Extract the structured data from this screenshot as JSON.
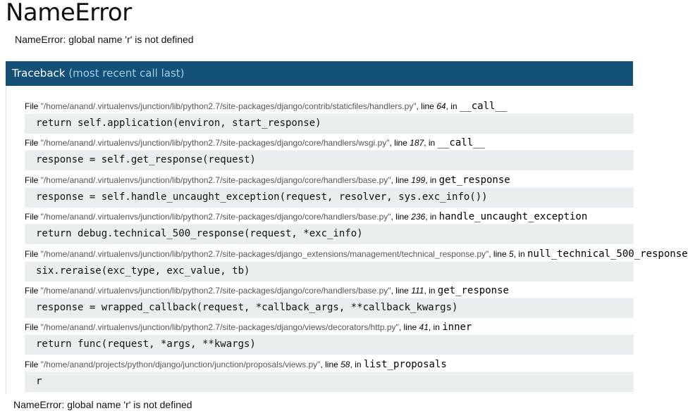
{
  "page": {
    "title": "NameError",
    "summary": "NameError: global name 'r' is not defined",
    "footer": "NameError: global name 'r' is not defined"
  },
  "traceback": {
    "heading": "Traceback",
    "heading_sub": "(most recent call last)",
    "frames": [
      {
        "file": "\"/home/anand/.virtualenvs/junction/lib/python2.7/site-packages/django/contrib/staticfiles/handlers.py\"",
        "line": "64",
        "func": "__call__",
        "code": "return self.application(environ, start_response)"
      },
      {
        "file": "\"/home/anand/.virtualenvs/junction/lib/python2.7/site-packages/django/core/handlers/wsgi.py\"",
        "line": "187",
        "func": "__call__",
        "code": "response = self.get_response(request)"
      },
      {
        "file": "\"/home/anand/.virtualenvs/junction/lib/python2.7/site-packages/django/core/handlers/base.py\"",
        "line": "199",
        "func": "get_response",
        "code": "response = self.handle_uncaught_exception(request, resolver, sys.exc_info())"
      },
      {
        "file": "\"/home/anand/.virtualenvs/junction/lib/python2.7/site-packages/django/core/handlers/base.py\"",
        "line": "236",
        "func": "handle_uncaught_exception",
        "code": "return debug.technical_500_response(request, *exc_info)"
      },
      {
        "file": "\"/home/anand/.virtualenvs/junction/lib/python2.7/site-packages/django_extensions/management/technical_response.py\"",
        "line": "5",
        "func": "null_technical_500_response",
        "code": "six.reraise(exc_type, exc_value, tb)"
      },
      {
        "file": "\"/home/anand/.virtualenvs/junction/lib/python2.7/site-packages/django/core/handlers/base.py\"",
        "line": "111",
        "func": "get_response",
        "code": "response = wrapped_callback(request, *callback_args, **callback_kwargs)"
      },
      {
        "file": "\"/home/anand/.virtualenvs/junction/lib/python2.7/site-packages/django/views/decorators/http.py\"",
        "line": "41",
        "func": "inner",
        "code": "return func(request, *args, **kwargs)"
      },
      {
        "file": "\"/home/anand/projects/python/django/junction/junction/proposals/views.py\"",
        "line": "58",
        "func": "list_proposals",
        "code": "r"
      }
    ]
  },
  "labels": {
    "file_prefix": "File ",
    "line_prefix": ", line ",
    "in_prefix": ", in "
  }
}
